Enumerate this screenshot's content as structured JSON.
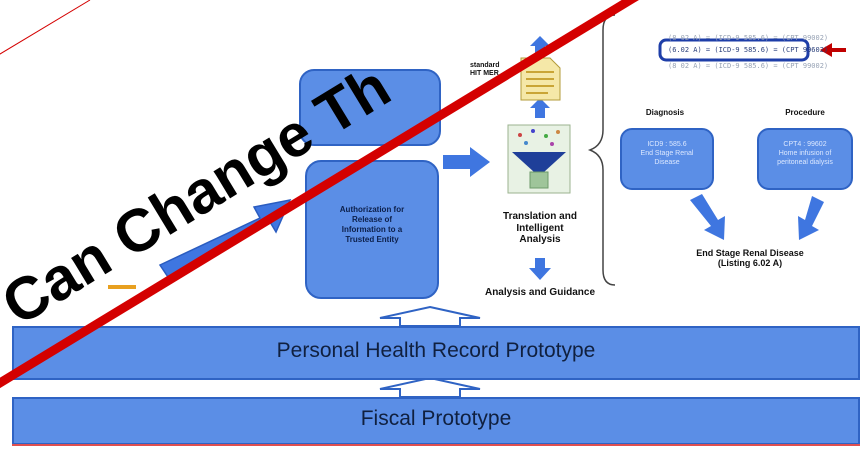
{
  "banner": {
    "text": "Can Change Th",
    "stripe_color": "#d40000"
  },
  "middle": {
    "standard_label": "standard\nHIT MER",
    "auth_box": "Authorization for\nRelease of\nInformation to a\nTrusted Entity",
    "translation_label": "Translation and\nIntelligent\nAnalysis",
    "guidance_label": "Analysis and Guidance"
  },
  "right": {
    "codes": [
      "(8 02 A) = (ICD-9 585.6) = (CPT 99002)",
      "(6.02 A) = (ICD-9 585.6) = (CPT 99602)",
      "(8 02 A) = (ICD-9 585.6) = (CPT 99002)"
    ],
    "diagnosis_header": "Diagnosis",
    "procedure_header": "Procedure",
    "diagnosis_box": "ICD9 : 585.6\nEnd Stage Renal\nDisease",
    "procedure_box": "CPT4 : 99602\nHome infusion of\nperitoneal dialysis",
    "result_label": "End Stage Renal Disease\n(Listing 6.02 A)"
  },
  "bands": {
    "phr": "Personal Health Record Prototype",
    "fiscal": "Fiscal Prototype"
  },
  "colors": {
    "box_fill": "#5b8ee6",
    "box_border": "#2f63c4",
    "highlight_border": "#1e3ea8",
    "red_arrow": "#c00000"
  }
}
